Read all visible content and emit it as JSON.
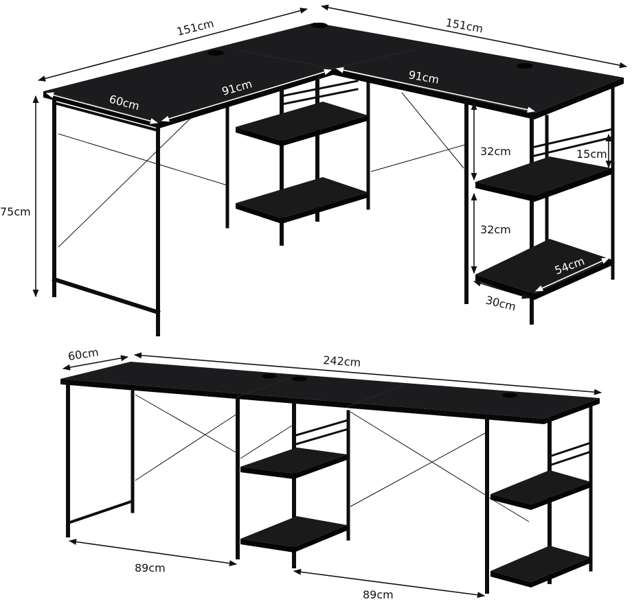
{
  "colors": {
    "frame": "#0d0d0d",
    "desktop": "#1c1c1e",
    "desktop_edge": "#070707",
    "shelf": "#1a1a1a",
    "dimension_line": "#111111",
    "background": "#ffffff"
  },
  "l_shape": {
    "top_left_width": "151cm",
    "top_right_width": "151cm",
    "depth": "60cm",
    "inner_left": "91cm",
    "inner_right": "91cm",
    "height": "75cm",
    "shelf_gap_upper": "32cm",
    "shelf_gap_lower": "32cm",
    "top_shelf_gap": "15cm",
    "shelf_width": "54cm",
    "shelf_depth": "30cm"
  },
  "straight": {
    "depth": "60cm",
    "total_width": "242cm",
    "left_span": "89cm",
    "right_span": "89cm"
  }
}
